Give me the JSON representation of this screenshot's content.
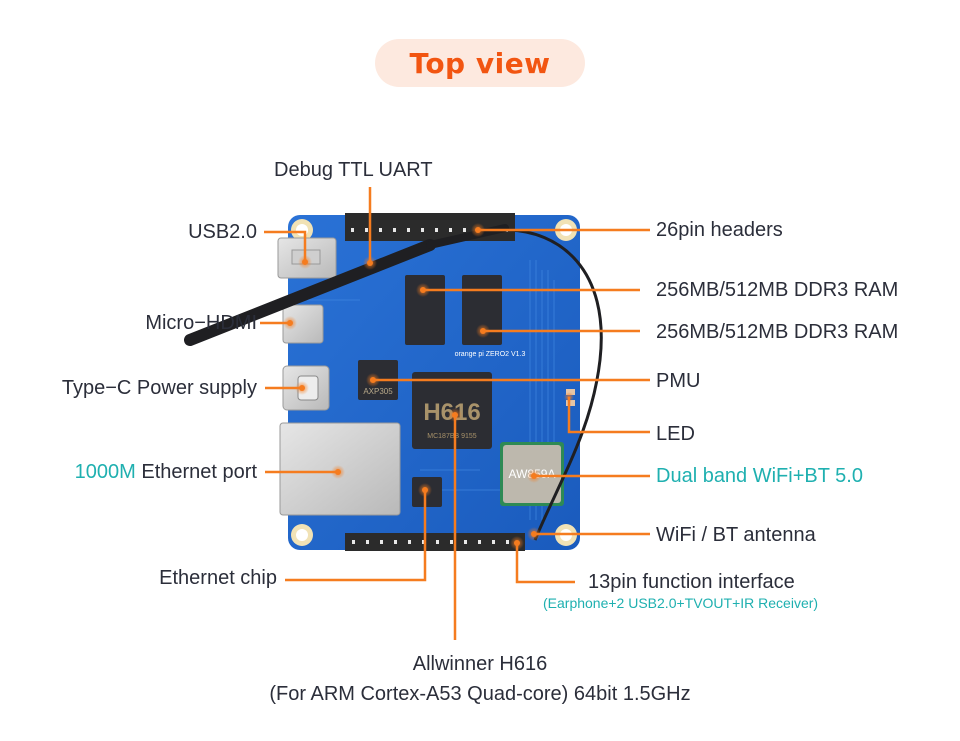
{
  "title": "Top view",
  "board": {
    "cpu_marking": "H616",
    "cpu_sub_marking": "MC187BB 9155",
    "pmu_marking": "AXP305",
    "wifi_marking": "AW859A",
    "silkscreen": "orange pi ZERO2 V1.3"
  },
  "labels_left": {
    "usb": "USB2.0",
    "hdmi": "Micro−HDMI",
    "typec": "Type−C Power supply",
    "ethernet_highlight": "1000M",
    "ethernet_rest": " Ethernet port",
    "ethernet_chip": "Ethernet chip"
  },
  "labels_top": {
    "debug": "Debug TTL UART"
  },
  "labels_right": {
    "headers": "26pin headers",
    "ram1": "256MB/512MB DDR3 RAM",
    "ram2": "256MB/512MB DDR3 RAM",
    "pmu": "PMU",
    "led": "LED",
    "wifi": "Dual band WiFi+BT 5.0",
    "antenna": "WiFi / BT antenna",
    "function_interface": "13pin function interface",
    "function_interface_detail": "(Earphone+2 USB2.0+TVOUT+IR Receiver)"
  },
  "labels_bottom": {
    "soc": "Allwinner H616",
    "soc_detail": "(For ARM Cortex-A53 Quad-core) 64bit 1.5GHz"
  },
  "colors": {
    "accent": "#f57c1f",
    "title_text": "#f25511",
    "title_bg": "#fde9df",
    "teal": "#1fb0b0",
    "pcb": "#1e63c8",
    "text": "#2b2e3a"
  }
}
